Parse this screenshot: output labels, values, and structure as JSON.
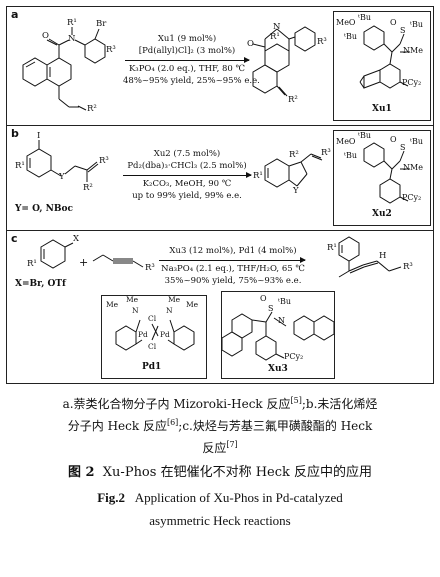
{
  "panel_a": {
    "label": "a",
    "reactant": {
      "R1": "R¹",
      "Br": "Br",
      "N": "N",
      "O": "O",
      "R2": "R²",
      "R3": "R³"
    },
    "conditions": [
      "Xu1 (9 mol%)",
      "[Pd(allyl)Cl]₂ (3 mol%)",
      "K₃PO₄ (2.0 eq.), THF, 80 ℃",
      "48%~95% yield, 25%~95% e.e."
    ],
    "product": {
      "R1": "R¹",
      "N": "N",
      "O": "O",
      "R3": "R³",
      "R2": "R²"
    },
    "ligand": {
      "name": "Xu1",
      "tBu1": "ᵗBu",
      "tBu2": "ᵗBu",
      "tBu3": "ᵗBu",
      "MeO": "MeO",
      "S": "S",
      "O": "O",
      "NMe": "NMe",
      "PCy2": "PCy₂"
    }
  },
  "panel_b": {
    "label": "b",
    "reactant": {
      "R1": "R¹",
      "I": "I",
      "Y": "Y",
      "R2": "R²",
      "R3": "R³"
    },
    "y_def": "Y= O, NBoc",
    "conditions": [
      "Xu2 (7.5 mol%)",
      "Pd₂(dba)₃·CHCl₃ (2.5 mol%)",
      "K₂CO₃, MeOH, 90 ℃",
      "up to 99% yield, 99% e.e."
    ],
    "product": {
      "R1": "R¹",
      "R2": "R²",
      "R3": "R³",
      "Y": "Y"
    },
    "ligand": {
      "name": "Xu2",
      "tBu1": "ᵗBu",
      "tBu2": "ᵗBu",
      "tBu3": "ᵗBu",
      "MeO": "MeO",
      "S": "S",
      "O": "O",
      "NMe": "NMe",
      "PCy2": "PCy₂"
    }
  },
  "panel_c": {
    "label": "c",
    "reactant": {
      "R1": "R¹",
      "X": "X",
      "plus": "+",
      "R3": "R³"
    },
    "x_def": "X=Br, OTf",
    "conditions": [
      "Xu3 (12 mol%), Pd1 (4 mol%)",
      "Na₃PO₄ (2.1 eq.), THF/H₂O, 65 ℃",
      "35%~90% yield, 75%~93% e.e."
    ],
    "product": {
      "R1": "R¹",
      "H": "H",
      "R3": "R³"
    },
    "pd1": {
      "name": "Pd1",
      "Me1": "Me",
      "Me2": "Me",
      "Me3": "Me",
      "Me4": "Me",
      "N1": "N",
      "N2": "N",
      "Pd1": "Pd",
      "Pd2": "Pd",
      "Cl1": "Cl",
      "Cl2": "Cl"
    },
    "xu3": {
      "name": "Xu3",
      "tBu": "ᵗBu",
      "S": "S",
      "O": "O",
      "N": "N",
      "PCy2": "PCy₂"
    }
  },
  "caption": {
    "line1": "a.萘类化合物分子内 Mizoroki-Heck 反应",
    "ref1": "[5]",
    "line1b": ";b.未活化烯烃",
    "line2": "分子内 Heck 反应",
    "ref2": "[6]",
    "line2b": ";c.炔烃与芳基三氟甲磺酸酯的 Heck",
    "line3": "反应",
    "ref3": "[7]",
    "fig_cn_label": "图 2",
    "fig_cn_title": "Xu-Phos 在钯催化不对称 Heck 反应中的应用",
    "fig_en_label": "Fig.2",
    "fig_en_title1": "Application of Xu-Phos in Pd-catalyzed",
    "fig_en_title2": "asymmetric Heck reactions"
  }
}
